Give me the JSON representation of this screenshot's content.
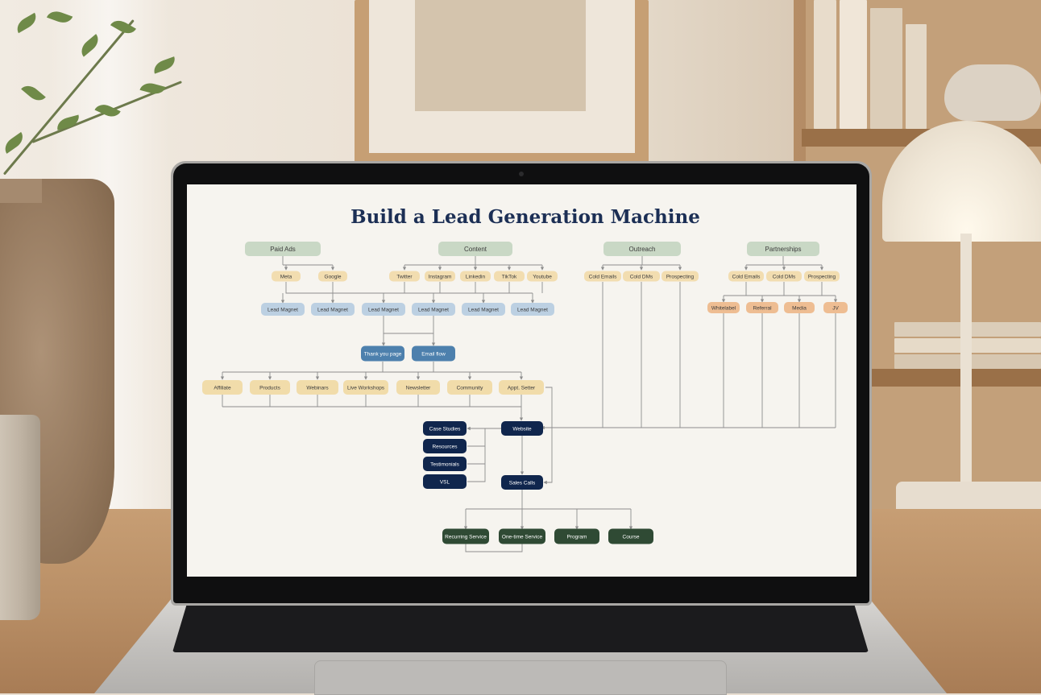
{
  "diagram": {
    "title": "Build a Lead Generation Machine",
    "categories": {
      "paid_ads": "Paid Ads",
      "content": "Content",
      "outreach": "Outreach",
      "partnerships": "Partnerships"
    },
    "paid_ads_channels": [
      "Meta",
      "Google"
    ],
    "content_channels": [
      "Twitter",
      "Instagram",
      "Linkedin",
      "TikTok",
      "Youtube"
    ],
    "outreach_channels": [
      "Cold Emails",
      "Cold DMs",
      "Prospecting"
    ],
    "partnership_channels": [
      "Cold Emails",
      "Cold DMs",
      "Prospecting"
    ],
    "partnership_types": [
      "Whitelabel",
      "Referral",
      "Media",
      "JV"
    ],
    "lead_magnets": [
      "Lead Magnet",
      "Lead Magnet",
      "Lead Magnet",
      "Lead Magnet",
      "Lead Magnet",
      "Lead Magnet"
    ],
    "capture": [
      "Thank you page",
      "Email flow"
    ],
    "nurture": [
      "Affiliate",
      "Products",
      "Webinars",
      "Live Workshops",
      "Newsletter",
      "Community",
      "Appt. Setter"
    ],
    "proof_assets": [
      "Case Studies",
      "Resources",
      "Testimonials",
      "VSL"
    ],
    "website": "Website",
    "sales_calls": "Sales Calls",
    "offers": [
      "Recurring Service",
      "One-time Service",
      "Program",
      "Course"
    ],
    "colors": {
      "category": "#c9d8c5",
      "channel": "#f2ddb0",
      "lead_magnet": "#bcd0e2",
      "capture": "#4d80ad",
      "nurture": "#f1dcaa",
      "partner_type": "#eebd92",
      "navy": "#10264d",
      "offer": "#2f4a34",
      "title": "#1c2f55",
      "line": "#8d8d8d"
    }
  }
}
